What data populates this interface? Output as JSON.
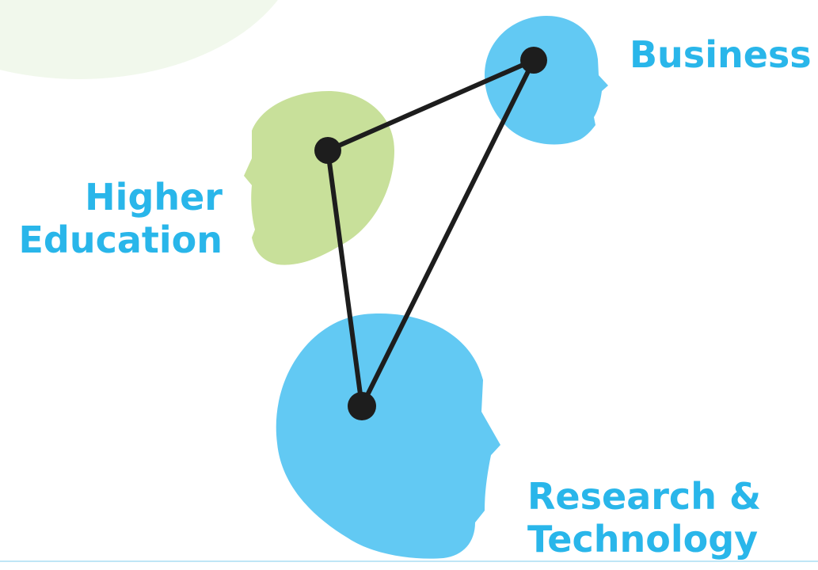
{
  "colors": {
    "accent_text": "#29b6ea",
    "head_blue": "#62c9f3",
    "head_green": "#c8e09a",
    "node": "#1d1d1d",
    "edge": "#1d1d1d",
    "background_blob": "#f1f8ec",
    "rule_line": "#bfe6f6"
  },
  "nodes": [
    {
      "id": "business",
      "label": "Business",
      "icon": "head-silhouette-icon"
    },
    {
      "id": "higher_education",
      "label": "Higher Education",
      "label_lines": [
        "Higher",
        "Education"
      ],
      "icon": "head-silhouette-icon"
    },
    {
      "id": "research_technology",
      "label": "Research & Technology",
      "label_lines": [
        "Research &",
        "Technology"
      ],
      "icon": "head-silhouette-icon"
    }
  ],
  "edges": [
    {
      "from": "higher_education",
      "to": "business"
    },
    {
      "from": "business",
      "to": "research_technology"
    },
    {
      "from": "research_technology",
      "to": "higher_education"
    }
  ]
}
